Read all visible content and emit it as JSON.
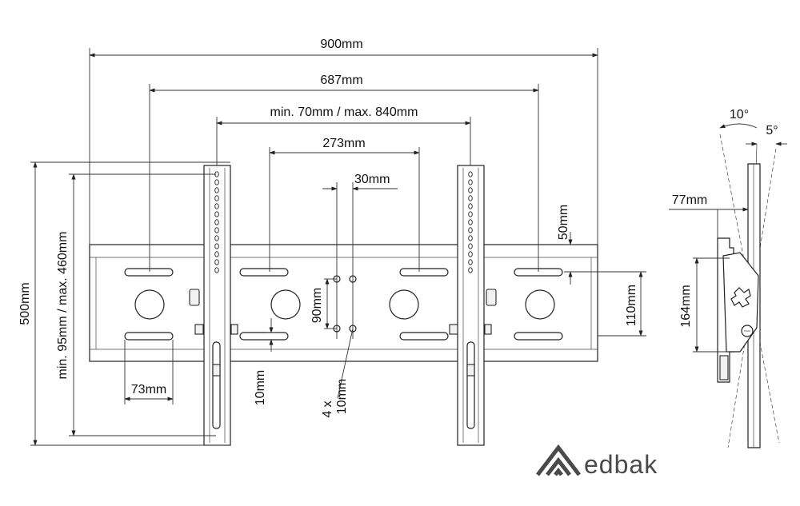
{
  "dimensions": {
    "width_total": "900mm",
    "width_687": "687mm",
    "arm_spacing": "min. 70mm / max. 840mm",
    "width_273": "273mm",
    "hole_30": "30mm",
    "height_500": "500mm",
    "height_range": "min. 95mm / max. 460mm",
    "slot_73": "73mm",
    "slot_10": "10mm",
    "holes_line1": "4 x",
    "holes_line2": "10mm",
    "spacing_90": "90mm",
    "offset_50": "50mm",
    "height_110": "110mm",
    "depth_77": "77mm",
    "height_164": "164mm"
  },
  "angles": {
    "tilt_10": "10°",
    "tilt_5": "5°"
  },
  "brand": {
    "name": "edbak",
    "logo": "edbak-logo-icon"
  }
}
